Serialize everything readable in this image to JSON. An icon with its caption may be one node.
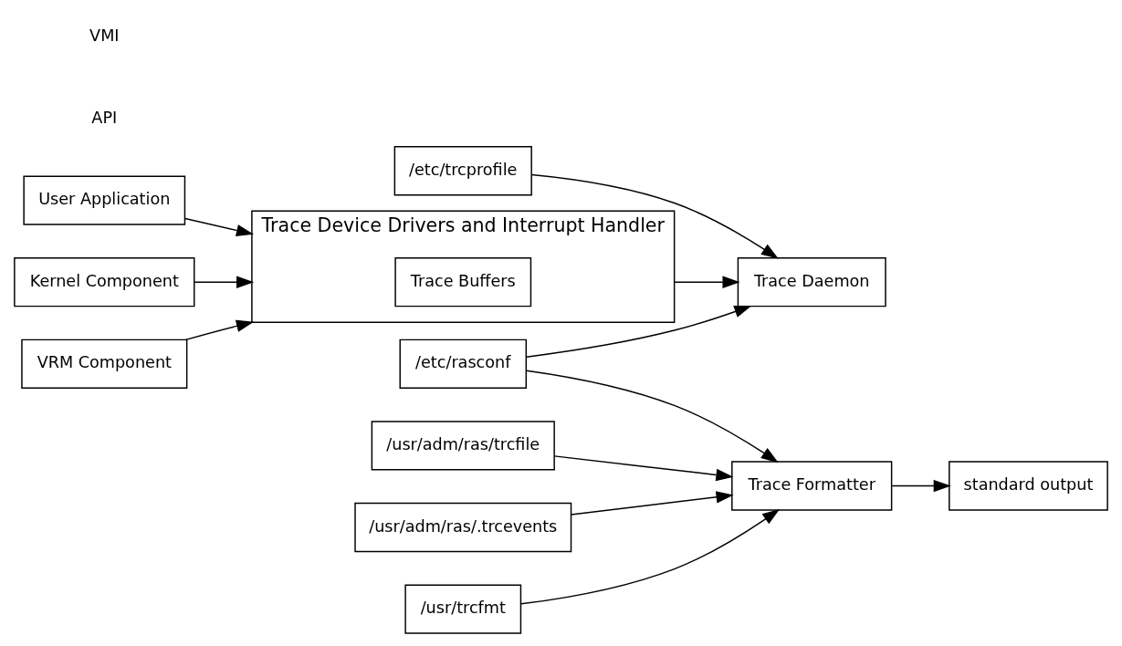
{
  "diagram": {
    "nodes": [
      {
        "text": [
          "/etc/rasconf"
        ]
      },
      {
        "text": [
          "Trace Daemon"
        ]
      },
      {
        "text": [
          "/etc/trcprofile"
        ]
      },
      {
        "text": [
          "/usr/adm/ras/trcfile"
        ]
      },
      {
        "text": [
          "Trace Formatter"
        ]
      },
      {
        "text": [
          "/usr/adm/ras/.trcevents"
        ]
      },
      {
        "text": [
          "standard output"
        ]
      },
      {
        "text": [
          "/usr/trcfmt"
        ]
      },
      {
        "text": [
          "User Application"
        ]
      },
      {
        "text": [
          "Trace Device Drivers and Interrupt Handler"
        ]
      },
      {
        "text": [
          "Trace Buffers"
        ],
        "in": 9
      },
      {
        "text": [
          "Kernel Component"
        ]
      },
      {
        "text": [
          "VRM Component"
        ]
      }
    ],
    "edges": [
      {
        "from": 0,
        "to": 1,
        "arrow": "to"
      },
      {
        "from": 0,
        "to": 4,
        "arrow": "to"
      },
      {
        "from": 2,
        "to": 1,
        "arrow": "to"
      },
      {
        "from": 3,
        "to": 4,
        "arrow": "to"
      },
      {
        "from": 5,
        "to": 4,
        "arrow": "to"
      },
      {
        "from": 7,
        "to": 4,
        "arrow": "to"
      },
      {
        "from": 4,
        "to": 6,
        "arrow": "to"
      },
      {
        "from": 9,
        "to": 1,
        "arrow": "to"
      },
      {
        "from": 8,
        "to": 9,
        "arrow": "to"
      },
      {
        "from": 11,
        "to": 9,
        "arrow": "to"
      },
      {
        "from": 12,
        "to": 9,
        "arrow": "to"
      }
    ],
    "labels": [
      "API",
      "VMI"
    ]
  }
}
